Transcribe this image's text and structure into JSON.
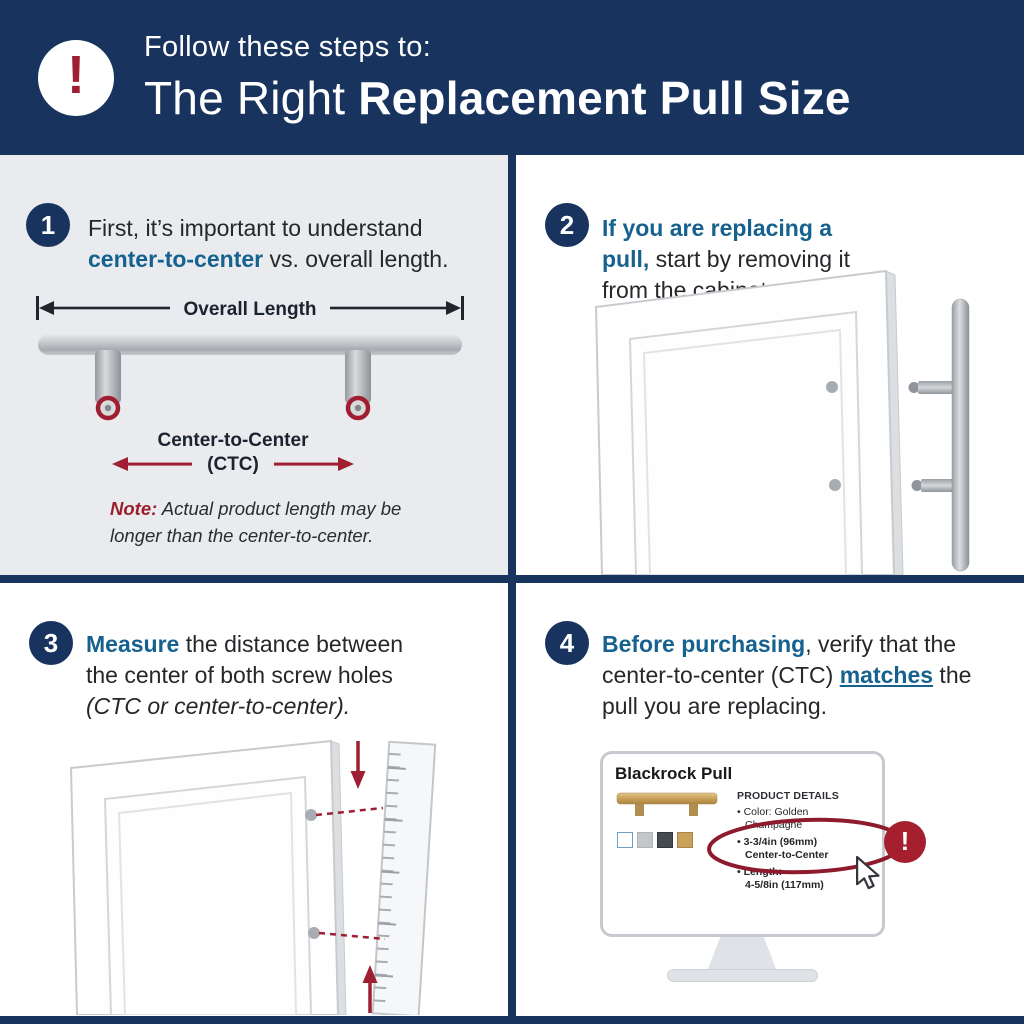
{
  "colors": {
    "navy": "#17335e",
    "dark_red": "#a01e31",
    "maroon": "#8e1b2d",
    "accent_blue": "#16618e",
    "panel_gray": "#e9ebee",
    "gold": "#c9a158"
  },
  "header": {
    "alert_glyph": "!",
    "eyebrow": "Follow these steps to:",
    "title_regular": "The Right",
    "title_bold": "Replacement Pull Size"
  },
  "steps": {
    "one": {
      "number": "1",
      "text_start": "First, it’s important to understand ",
      "text_highlight": "center-to-center",
      "text_end": " vs. overall length.",
      "overall_label": "Overall Length",
      "ctc_label": "Center-to-Center",
      "ctc_abbr": "(CTC)",
      "note_label": "Note:",
      "note_text": " Actual product length may be longer than the center-to-center."
    },
    "two": {
      "number": "2",
      "text_bold": "If you are replacing a pull,",
      "text_rest": " start by removing it from the cabinet."
    },
    "three": {
      "number": "3",
      "text_bold": "Measure",
      "text_mid": " the distance between the center of both screw holes ",
      "text_italic": "(CTC or center-to-center)."
    },
    "four": {
      "number": "4",
      "text_bold": "Before purchasing",
      "text_mid": ", verify that the center-to-center (CTC) ",
      "text_underline": "matches",
      "text_end": " the pull you are replacing.",
      "monitor": {
        "product_title": "Blackrock Pull",
        "details_header": "PRODUCT DETAILS",
        "bullet_color_1": "• Color: Golden",
        "bullet_color_2": "Champagne",
        "bullet_ctc_1": "• 3-3/4in (96mm)",
        "bullet_ctc_2": "Center-to-Center",
        "bullet_length_1": "• Length:",
        "bullet_length_2": "4-5/8in (117mm)",
        "alert_glyph": "!"
      }
    }
  }
}
